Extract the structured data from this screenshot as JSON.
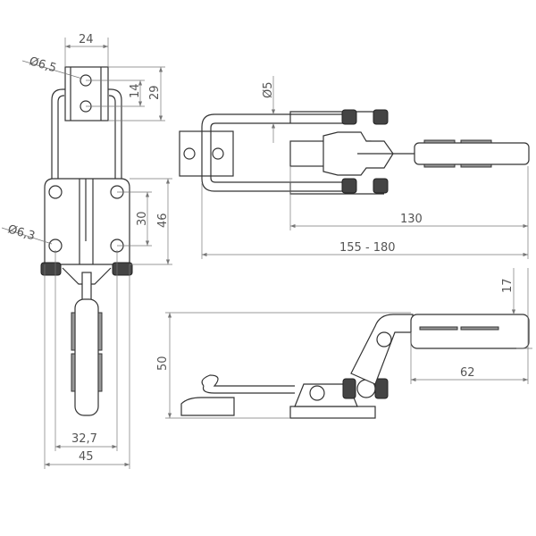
{
  "dimensions": {
    "front": {
      "width_top": "24",
      "hole_top": "Ø6,5",
      "hole_spacing_top": "14",
      "height_top": "29",
      "hole_spacing_body": "30",
      "height_body": "46",
      "hole_body": "Ø6,3",
      "hole_distance": "32,7",
      "width_body": "45"
    },
    "top": {
      "rod_diameter": "Ø5",
      "length_short": "130",
      "length_range": "155 - 180"
    },
    "side": {
      "handle_height": "17",
      "overall_height": "50",
      "handle_length": "62"
    }
  }
}
